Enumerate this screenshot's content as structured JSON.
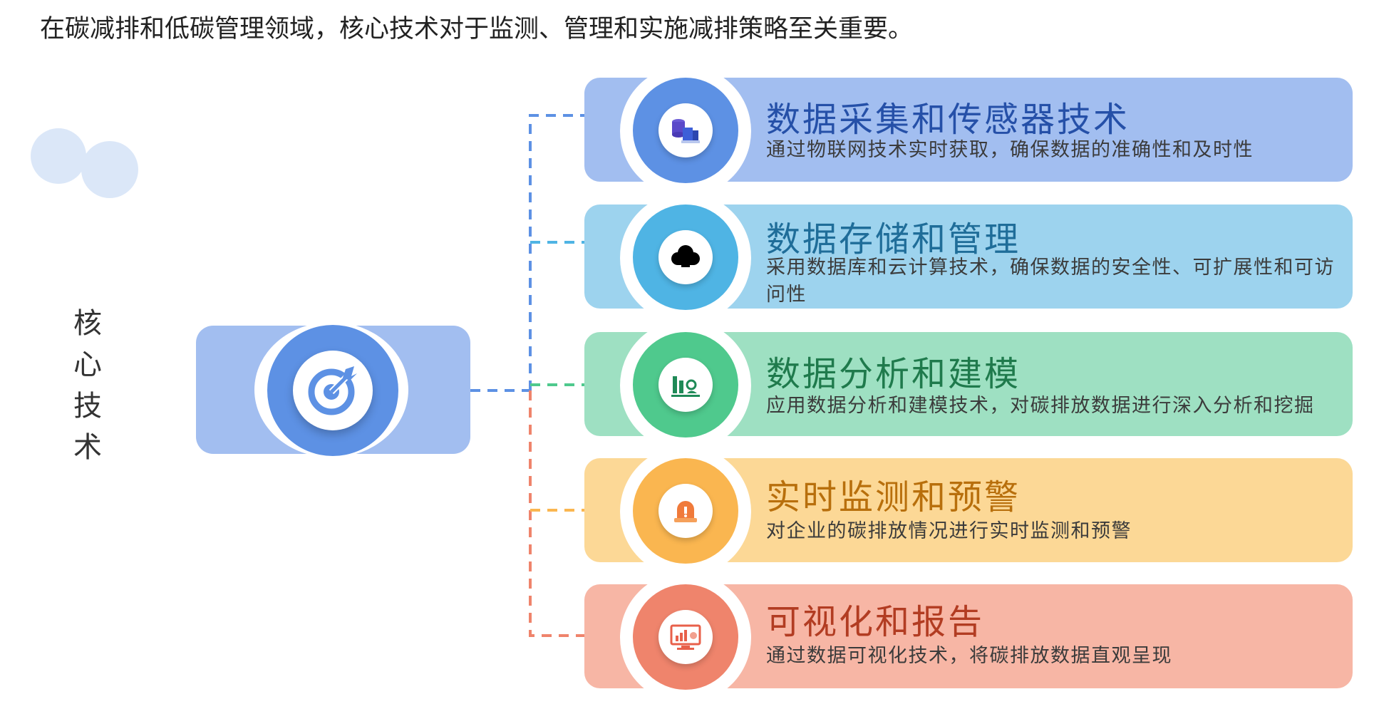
{
  "intro_text": "在碳减排和低碳管理领域，核心技术对于监测、管理和实施减排策略至关重要。",
  "center_label": [
    "核",
    "心",
    "技",
    "术"
  ],
  "center_icon": "target-icon",
  "items": [
    {
      "title": "数据采集和传感器技术",
      "desc": "通过物联网技术实时获取，确保数据的准确性和及时性",
      "icon": "server-database-icon",
      "card_color": "#a2bef0",
      "circle_color": "#5d91e4",
      "title_color": "#2550a8"
    },
    {
      "title": "数据存储和管理",
      "desc": "采用数据库和云计算技术，确保数据的安全性、可扩展性和可访问性",
      "icon": "cloud-icon",
      "card_color": "#9dd3ee",
      "circle_color": "#4fb4e4",
      "title_color": "#1f6d99"
    },
    {
      "title": "数据分析和建模",
      "desc": "应用数据分析和建模技术，对碳排放数据进行深入分析和挖掘",
      "icon": "bar-chart-icon",
      "card_color": "#9ee0c2",
      "circle_color": "#4fc98d",
      "title_color": "#1f7a4c"
    },
    {
      "title": "实时监测和预警",
      "desc": "对企业的碳排放情况进行实时监测和预警",
      "icon": "alarm-light-icon",
      "card_color": "#fcd896",
      "circle_color": "#fab650",
      "title_color": "#b86f0c"
    },
    {
      "title": "可视化和报告",
      "desc": "通过数据可视化技术，将碳排放数据直观呈现",
      "icon": "monitor-report-icon",
      "card_color": "#f7b6a5",
      "circle_color": "#ef846c",
      "title_color": "#b23c22"
    }
  ]
}
